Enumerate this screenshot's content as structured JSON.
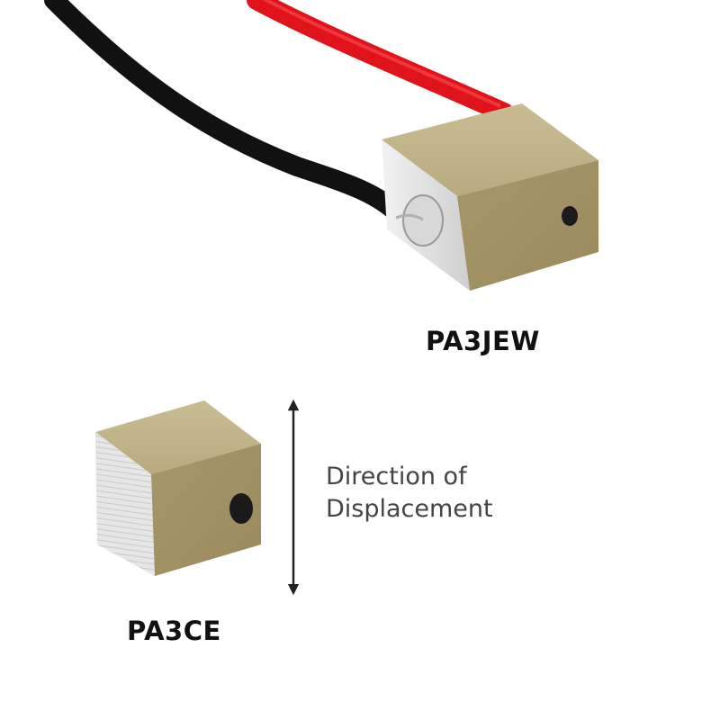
{
  "products": {
    "large": {
      "label": "PA3JEW"
    },
    "small": {
      "label": "PA3CE"
    }
  },
  "displacement": {
    "line1": "Direction of",
    "line2": "Displacement"
  },
  "colors": {
    "background": "#ffffff",
    "ceramic_face": "#b5a57a",
    "electrode": "#e0e0e0",
    "red_wire": "#e0131a",
    "black_wire": "#111111",
    "label_text": "#111111",
    "caption_text": "#444444"
  },
  "icons": [
    "double-arrow-icon"
  ]
}
